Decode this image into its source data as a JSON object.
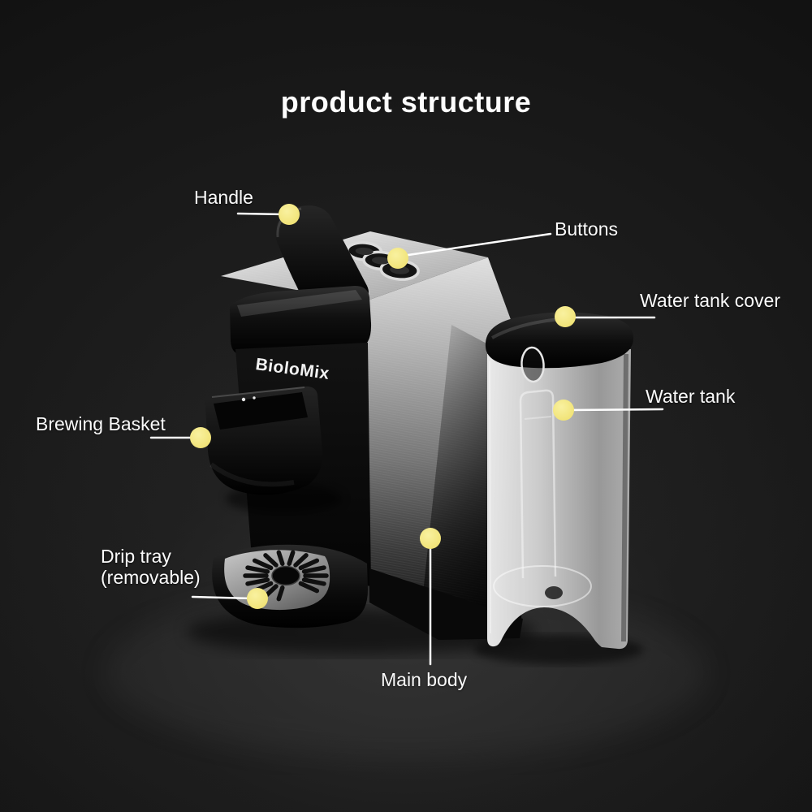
{
  "page": {
    "title": "product structure"
  },
  "product": {
    "brand": "BioloMix"
  },
  "callouts": {
    "handle": "Handle",
    "buttons": "Buttons",
    "water_tank_cover": "Water tank cover",
    "water_tank": "Water tank",
    "brewing_basket": "Brewing Basket",
    "drip_tray": [
      "Drip tray",
      "(removable)"
    ],
    "main_body": "Main body"
  },
  "colors": {
    "background": "#1a1a1a",
    "label_text": "#fbfbfb",
    "callout_line": "#ffffff",
    "callout_dot": "#f3e87d",
    "steel_light": "#e2e2e2",
    "steel_dark": "#1f1f1f",
    "plastic_black": "#0d0d0d",
    "tank_translucent": "#d2d2d2"
  }
}
